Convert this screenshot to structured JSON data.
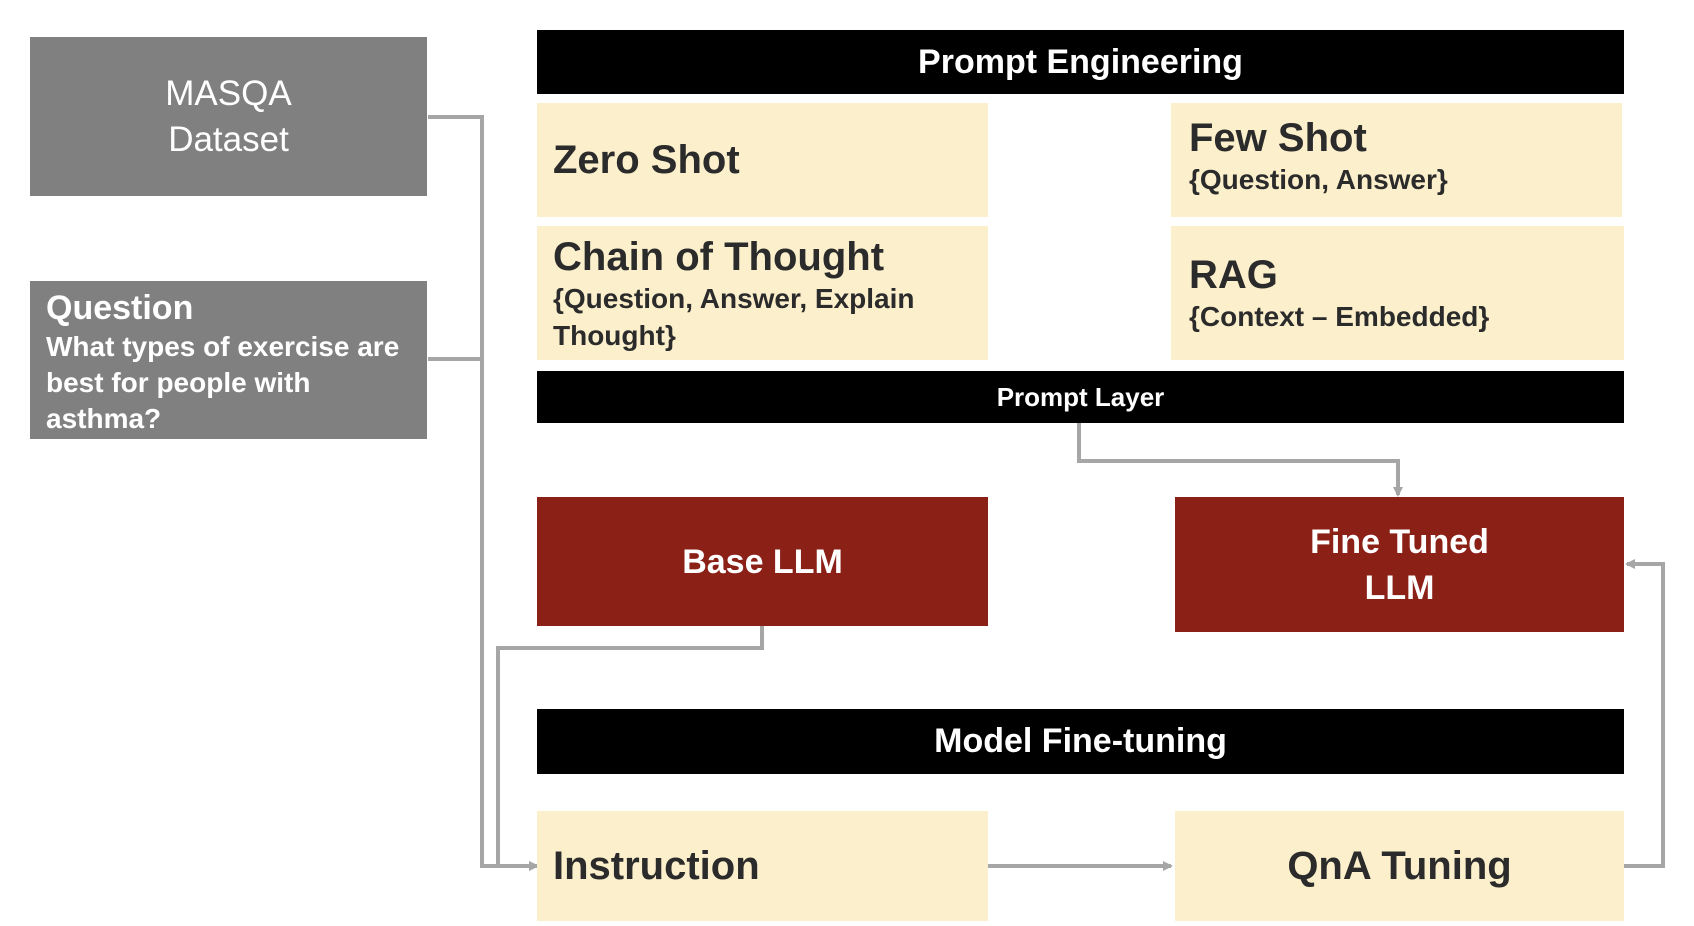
{
  "masqa": {
    "line1": "MASQA",
    "line2": "Dataset"
  },
  "question": {
    "title": "Question",
    "text": "What types of exercise are best for people with asthma?"
  },
  "prompt_engineering": {
    "header": "Prompt Engineering",
    "zero_shot": {
      "title": "Zero Shot"
    },
    "few_shot": {
      "title": "Few Shot",
      "sub": "{Question, Answer}"
    },
    "cot": {
      "title": "Chain of Thought",
      "sub": "{Question, Answer, Explain Thought}"
    },
    "rag": {
      "title": "RAG",
      "sub": "{Context – Embedded}"
    },
    "layer": "Prompt Layer"
  },
  "models": {
    "base": "Base LLM",
    "fine_tuned_line1": "Fine Tuned",
    "fine_tuned_line2": "LLM"
  },
  "fine_tuning": {
    "header": "Model Fine-tuning",
    "instruction": "Instruction",
    "qna": "QnA Tuning"
  },
  "colors": {
    "grey_box": "#808080",
    "header_bar": "#000000",
    "cream_box": "#fcf0cc",
    "model_box": "#8b2016",
    "connector": "#a6a6a6"
  }
}
